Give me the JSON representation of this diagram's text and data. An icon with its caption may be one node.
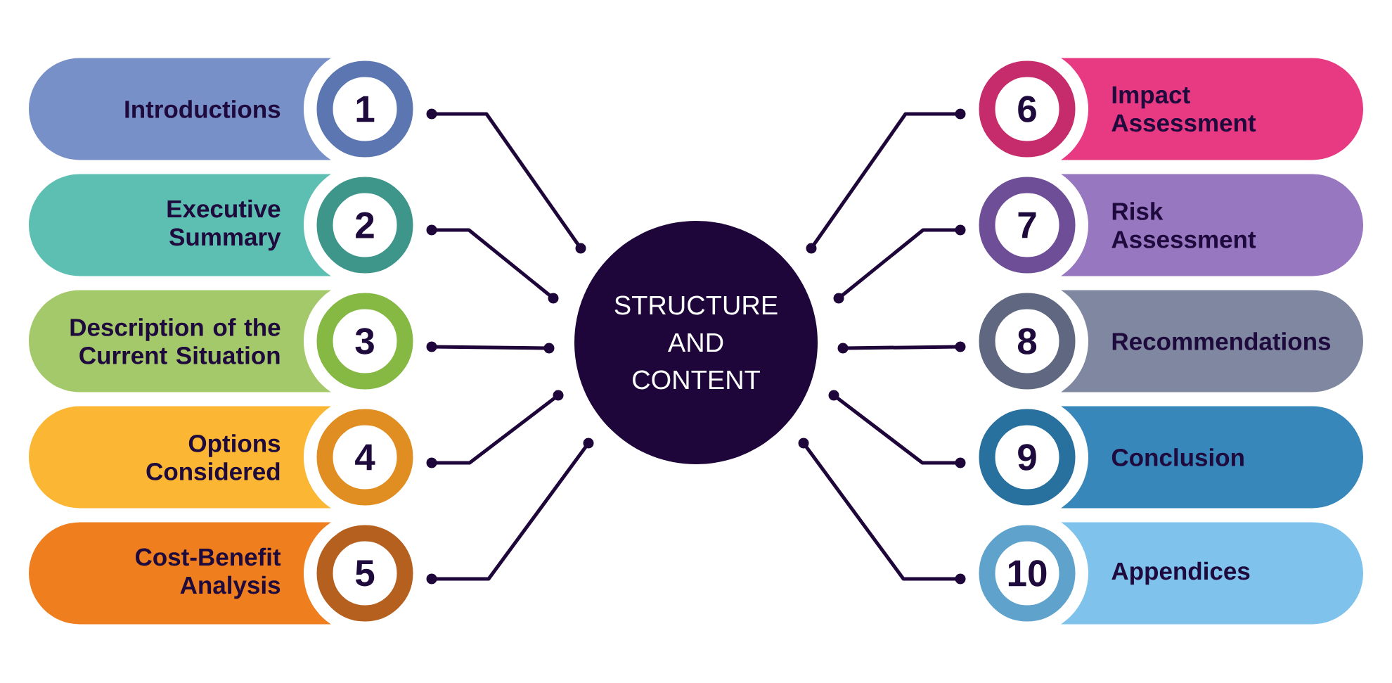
{
  "diagram": {
    "nodes": [
      {
        "text": [
          "STRUCTURE AND CONTENT"
        ]
      },
      {
        "text": [
          "Introductions"
        ]
      },
      {
        "text": [
          "1"
        ]
      },
      {
        "text": [
          "Executive Summary"
        ]
      },
      {
        "text": [
          "2"
        ]
      },
      {
        "text": [
          "Description of the Current Situation"
        ]
      },
      {
        "text": [
          "3"
        ]
      },
      {
        "text": [
          "Options Considered"
        ]
      },
      {
        "text": [
          "4"
        ]
      },
      {
        "text": [
          "Cost-Benefit Analysis"
        ]
      },
      {
        "text": [
          "5"
        ]
      },
      {
        "text": [
          "Impact Assessment"
        ]
      },
      {
        "text": [
          "6"
        ]
      },
      {
        "text": [
          "Risk Assessment"
        ]
      },
      {
        "text": [
          "7"
        ]
      },
      {
        "text": [
          "Recommendations"
        ]
      },
      {
        "text": [
          "8"
        ]
      },
      {
        "text": [
          "Conclusion"
        ]
      },
      {
        "text": [
          "9"
        ]
      },
      {
        "text": [
          "Appendices"
        ]
      },
      {
        "text": [
          "10"
        ]
      }
    ],
    "edges": [
      {
        "from": 2,
        "to": 0,
        "arrow": "other"
      },
      {
        "from": 4,
        "to": 0,
        "arrow": "other"
      },
      {
        "from": 6,
        "to": 0,
        "arrow": "other"
      },
      {
        "from": 8,
        "to": 0,
        "arrow": "other"
      },
      {
        "from": 10,
        "to": 0,
        "arrow": "other"
      },
      {
        "from": 12,
        "to": 0,
        "arrow": "other"
      },
      {
        "from": 14,
        "to": 0,
        "arrow": "other"
      },
      {
        "from": 16,
        "to": 0,
        "arrow": "other"
      },
      {
        "from": 18,
        "to": 0,
        "arrow": "other"
      },
      {
        "from": 20,
        "to": 0,
        "arrow": "other"
      }
    ]
  }
}
